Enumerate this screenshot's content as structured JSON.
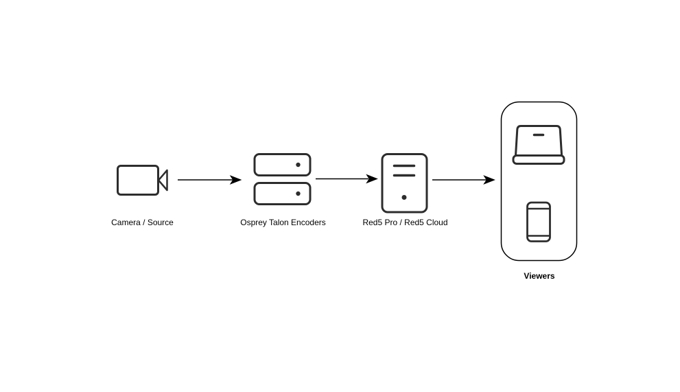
{
  "colors": {
    "background": "#ffffff",
    "icon_stroke": "#2d2d2d",
    "line": "#000000",
    "container_stroke": "#000000",
    "text": "#000000"
  },
  "diagram": {
    "type": "flow-diagram",
    "direction": "left-to-right",
    "nodes": [
      {
        "id": "camera-source",
        "label": "Camera / Source",
        "icon": "video-camera-icon"
      },
      {
        "id": "encoders",
        "label": "Osprey Talon Encoders",
        "icon": "encoder-rack-icon",
        "units": 2
      },
      {
        "id": "media-server",
        "label": "Red5 Pro / Red5 Cloud",
        "icon": "server-tower-icon"
      },
      {
        "id": "viewers",
        "label": "Viewers",
        "icons": [
          "laptop-icon",
          "smartphone-icon"
        ]
      }
    ],
    "edges": [
      {
        "id": "camera-to-encoders",
        "from": "camera-source",
        "to": "encoders",
        "style": "solid-arrow"
      },
      {
        "id": "encoders-to-server",
        "from": "encoders",
        "to": "media-server",
        "style": "solid-arrow"
      },
      {
        "id": "server-to-viewers",
        "from": "media-server",
        "to": "viewers",
        "style": "solid-arrow"
      }
    ]
  }
}
